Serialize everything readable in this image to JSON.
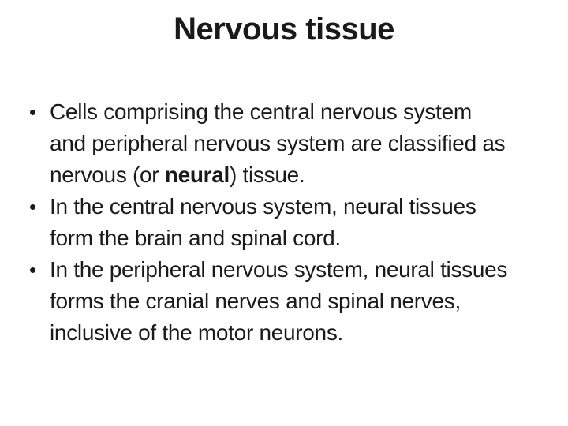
{
  "slide": {
    "title": "Nervous tissue",
    "bullet_marker": "•",
    "bullets": [
      {
        "lines": [
          [
            {
              "text": "Cells comprising the central nervous system"
            }
          ],
          [
            {
              "text": "and peripheral nervous system are classified as"
            }
          ],
          [
            {
              "text": "nervous (or "
            },
            {
              "text": "neural",
              "bold": true
            },
            {
              "text": ") tissue."
            }
          ]
        ]
      },
      {
        "lines": [
          [
            {
              "text": "In the central nervous system, neural tissues"
            }
          ],
          [
            {
              "text": "form the brain and spinal cord."
            }
          ]
        ]
      },
      {
        "lines": [
          [
            {
              "text": "In the peripheral nervous system, neural tissues"
            }
          ],
          [
            {
              "text": "forms the cranial nerves and spinal nerves,"
            }
          ],
          [
            {
              "text": "inclusive of the motor neurons."
            }
          ]
        ]
      }
    ],
    "colors": {
      "background": "#ffffff",
      "text": "#1a1a1a"
    }
  }
}
